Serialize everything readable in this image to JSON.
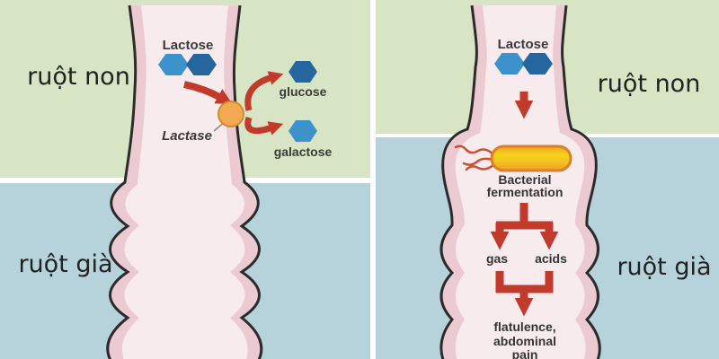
{
  "colors": {
    "background_small_intestine_region": "#d7e5c5",
    "background_large_intestine_region": "#b6d3db",
    "panel_divider": "#ffffff",
    "intestine_wall_pink": "#ebcad1",
    "intestine_lumen_pink": "#f8ebee",
    "intestine_outline": "#2b2b2b",
    "arrow_red": "#c13a2b",
    "hexagon_light_blue": "#3e92cb",
    "hexagon_dark_blue": "#26669f",
    "enzyme_orange": "#f2a94f",
    "bacterium_yellow": "#f6d318",
    "bacterium_orange": "#efa02b",
    "bacterium_border": "#dd7e28",
    "flagella_red": "#c8503a",
    "label_text": "#333333"
  },
  "left_panel": {
    "region_top_label": "ruột non",
    "region_bottom_label": "ruột già",
    "lactose_label": "Lactose",
    "lactase_label": "Lactase",
    "glucose_label": "glucose",
    "galactose_label": "galactose"
  },
  "right_panel": {
    "region_top_label": "ruột non",
    "region_bottom_label": "ruột già",
    "lactose_label": "Lactose",
    "fermentation_label": "Bacterial fermentation",
    "gas_label": "gas",
    "acids_label": "acids",
    "symptoms_label": "flatulence, abdominal pain"
  }
}
